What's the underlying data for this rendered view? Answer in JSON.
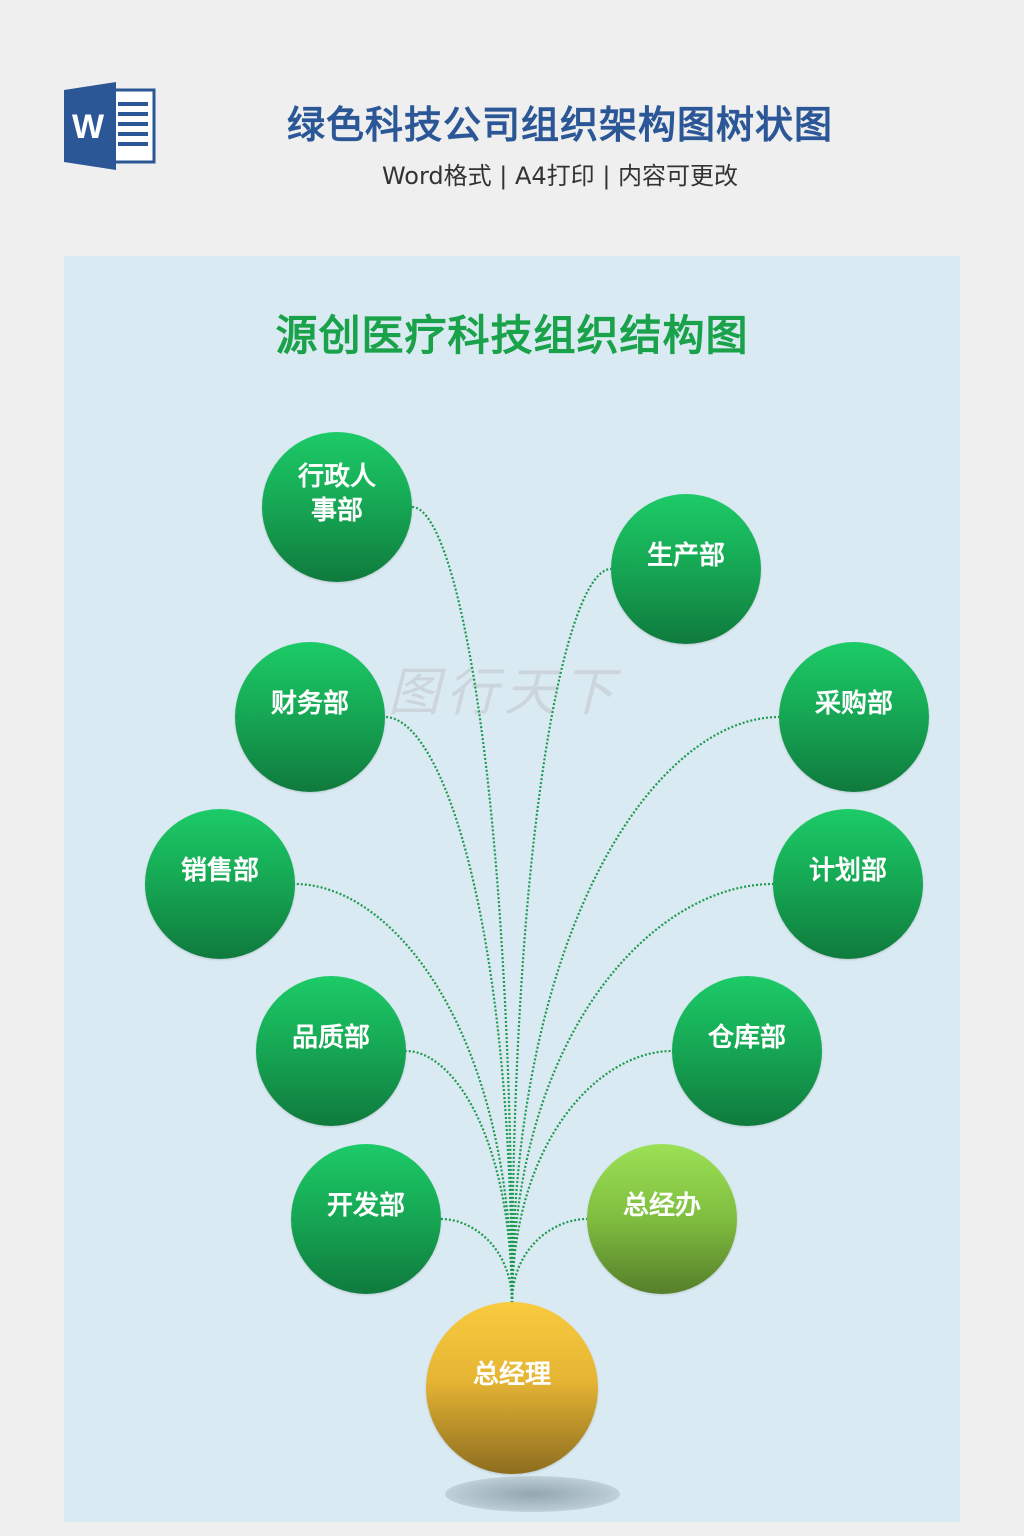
{
  "header": {
    "logo_letter": "W",
    "title": "绿色科技公司组织架构图树状图",
    "subtitle": "Word格式 | A4打印 | 内容可更改"
  },
  "chart": {
    "title": "源创医疗科技组织结构图",
    "watermark": "图行天下",
    "root": {
      "label": "总经理",
      "color": "#f0bf38"
    },
    "nodes": [
      {
        "label": "行政人\n事部",
        "side": "left",
        "style": "green"
      },
      {
        "label": "生产部",
        "side": "right",
        "style": "green"
      },
      {
        "label": "财务部",
        "side": "left",
        "style": "green"
      },
      {
        "label": "采购部",
        "side": "right",
        "style": "green"
      },
      {
        "label": "销售部",
        "side": "left",
        "style": "green"
      },
      {
        "label": "计划部",
        "side": "right",
        "style": "green"
      },
      {
        "label": "品质部",
        "side": "left",
        "style": "green"
      },
      {
        "label": "仓库部",
        "side": "right",
        "style": "green"
      },
      {
        "label": "开发部",
        "side": "left",
        "style": "green"
      },
      {
        "label": "总经办",
        "side": "right",
        "style": "lime"
      }
    ],
    "link_color": "#1e9a4e"
  }
}
